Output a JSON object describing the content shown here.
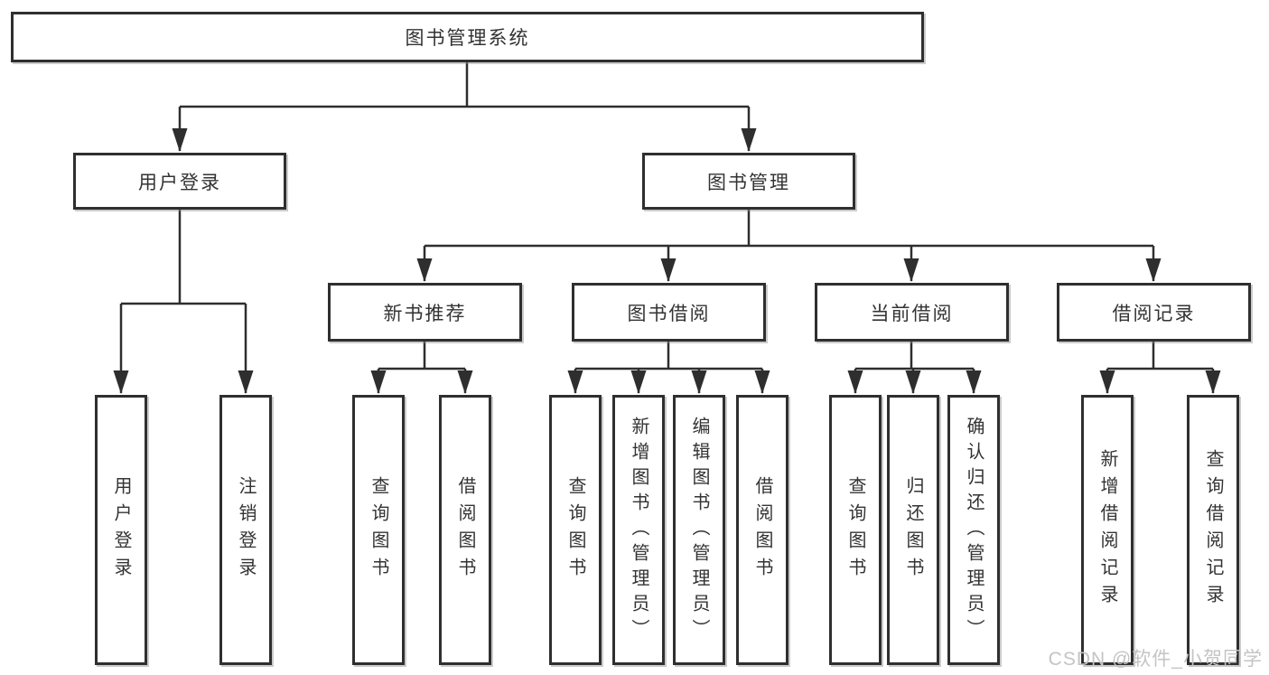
{
  "diagram": {
    "root": {
      "label": "图书管理系统"
    },
    "level2": [
      {
        "label": "用户登录"
      },
      {
        "label": "图书管理"
      }
    ],
    "level3": [
      {
        "label": "新书推荐"
      },
      {
        "label": "图书借阅"
      },
      {
        "label": "当前借阅"
      },
      {
        "label": "借阅记录"
      }
    ],
    "leaves": {
      "user_login": [
        {
          "label": "用户登录"
        },
        {
          "label": "注销登录"
        }
      ],
      "new_book_recommend": [
        {
          "label": "查询图书"
        },
        {
          "label": "借阅图书"
        }
      ],
      "book_borrow": [
        {
          "label": "查询图书"
        },
        {
          "label": "新增图书（管理员）"
        },
        {
          "label": "编辑图书（管理员）"
        },
        {
          "label": "借阅图书"
        }
      ],
      "current_borrow": [
        {
          "label": "查询图书"
        },
        {
          "label": "归还图书"
        },
        {
          "label": "确认归还（管理员）"
        }
      ],
      "borrow_records": [
        {
          "label": "新增借阅记录"
        },
        {
          "label": "查询借阅记录"
        }
      ]
    }
  },
  "watermark": {
    "text": "CSDN @软件_小贺同学"
  },
  "colors": {
    "line": "#2e2e2e",
    "box_border": "#2f2f2f",
    "text": "#333333",
    "watermark_text": "#c4c4c4",
    "background": "#ffffff"
  }
}
